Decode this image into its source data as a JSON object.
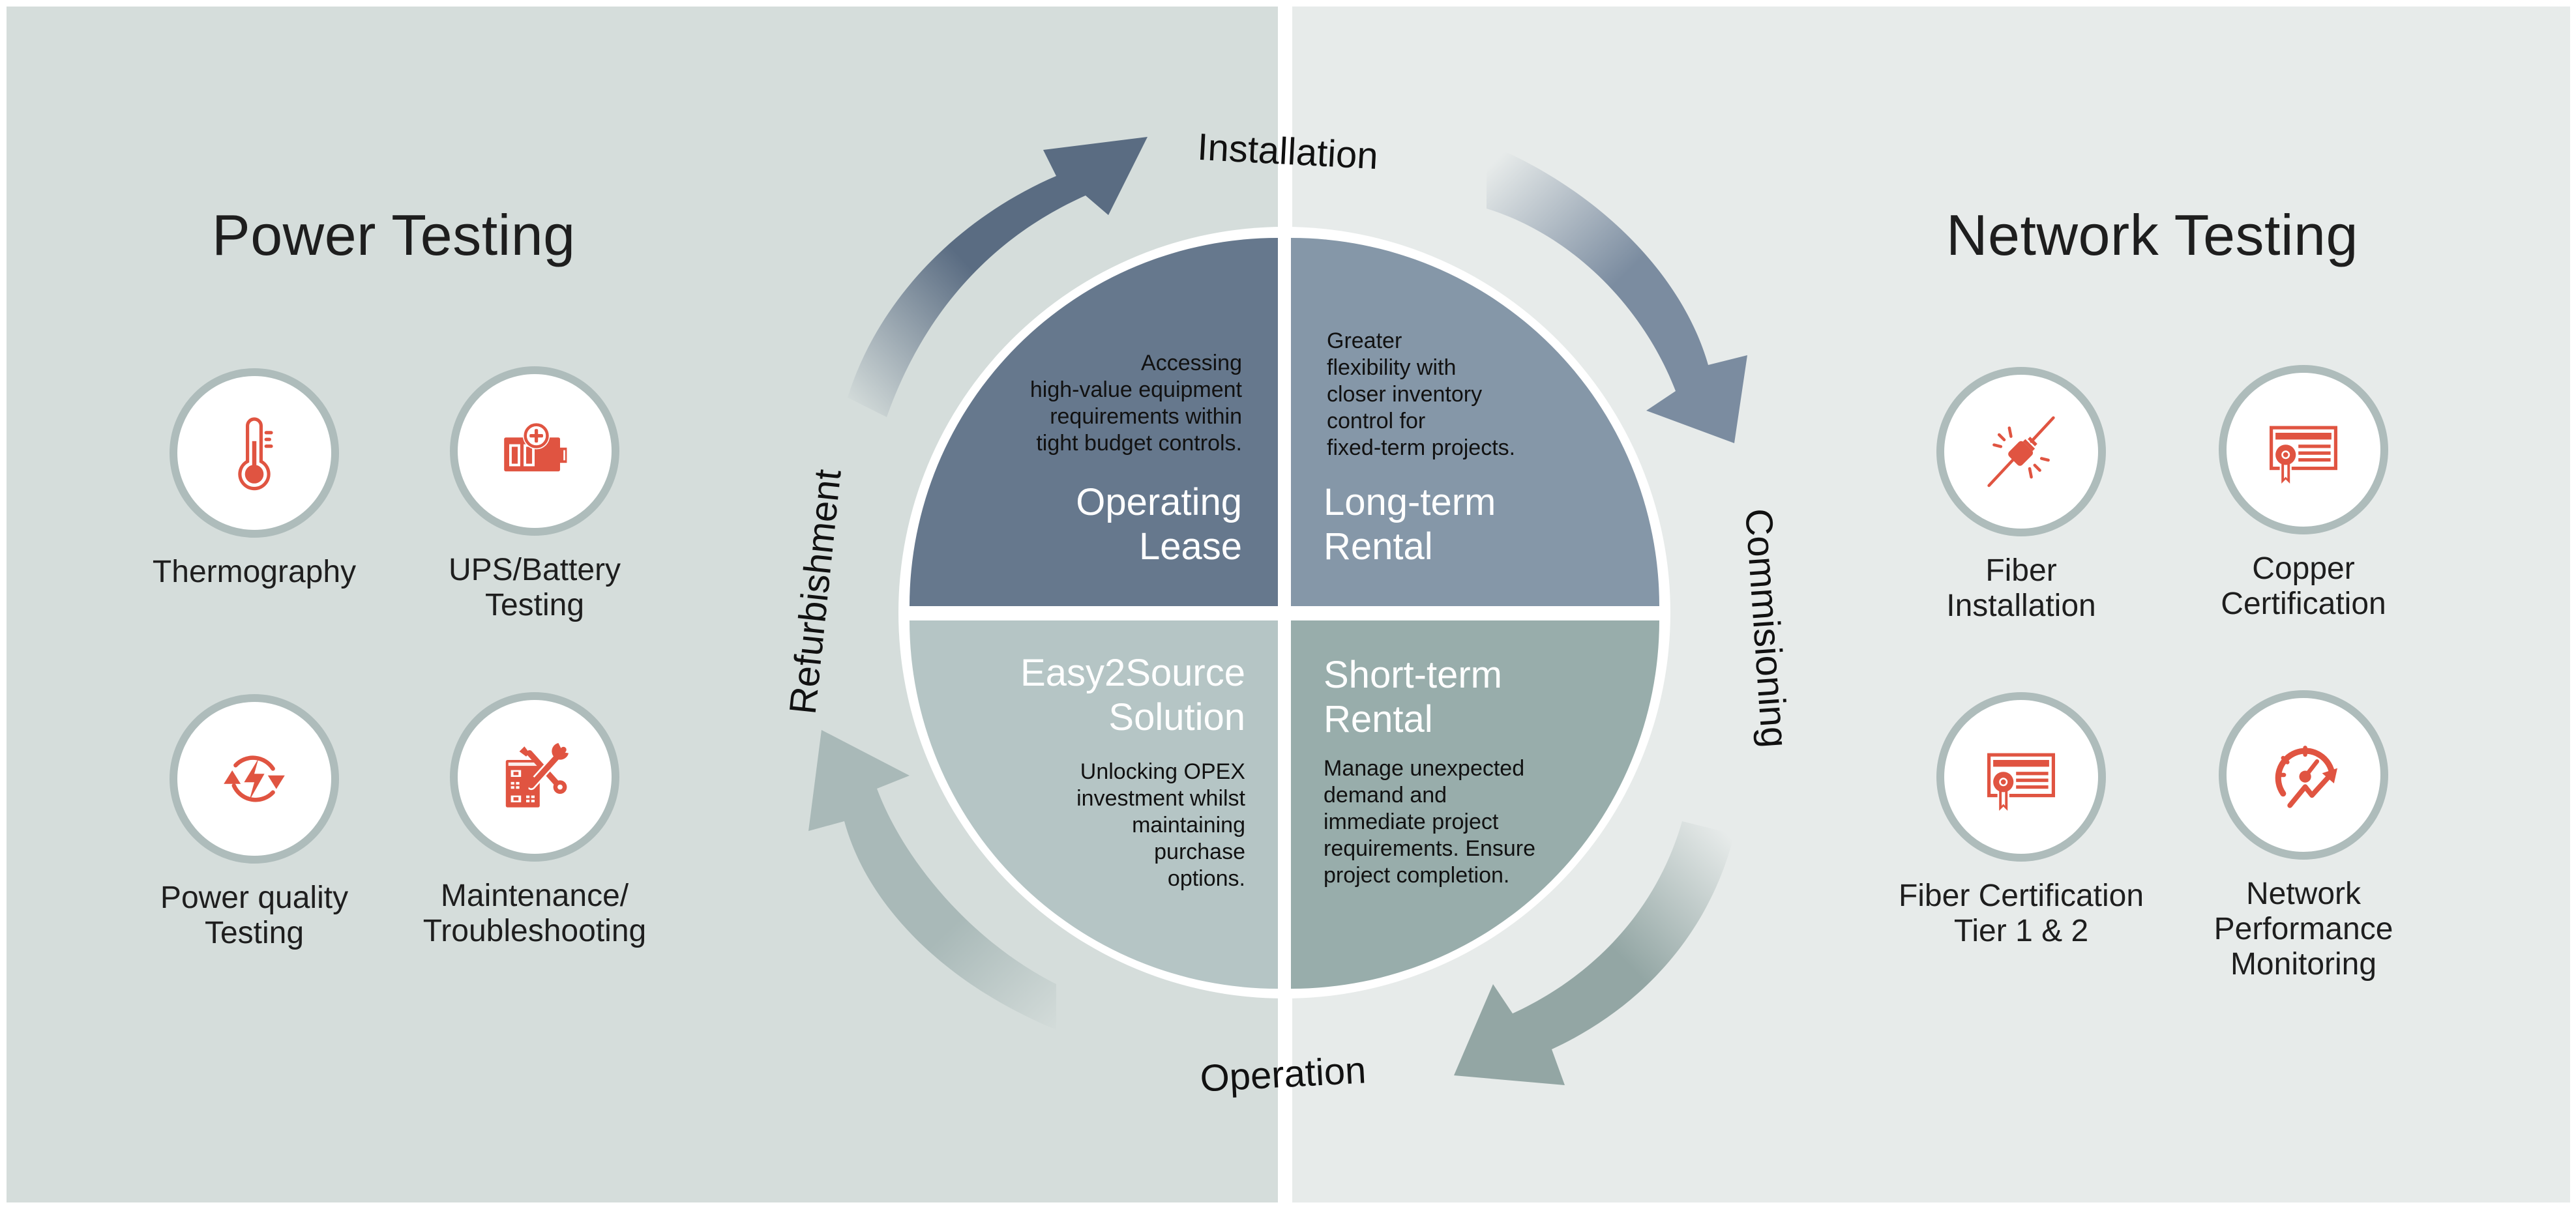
{
  "colors": {
    "left_panel_bg": "#d5dddb",
    "right_panel_bg": "#e7ebea",
    "icon_accent": "#e05441",
    "ring_left": "#aebcbb",
    "ring_right": "#c1c6c4",
    "quad_operating_lease": "#66788d",
    "quad_long_term_rental": "#8597a8",
    "quad_easy2source": "#b5c5c5",
    "quad_short_term_rental": "#98adab",
    "arrow_top_left": "#5a6c82",
    "arrow_top_right": "#7b8ca0",
    "arrow_bottom_right": "#93a6a4",
    "arrow_bottom_left": "#a9b9b8"
  },
  "power_testing": {
    "title": "Power Testing",
    "items": [
      {
        "icon": "thermometer-icon",
        "label_lines": [
          "Thermography"
        ]
      },
      {
        "icon": "battery-plus-icon",
        "label_lines": [
          "UPS/Battery",
          "Testing"
        ]
      },
      {
        "icon": "power-cycle-icon",
        "label_lines": [
          "Power quality",
          "Testing"
        ]
      },
      {
        "icon": "server-wrench-icon",
        "label_lines": [
          "Maintenance/",
          "Troubleshooting"
        ]
      }
    ]
  },
  "network_testing": {
    "title": "Network Testing",
    "items": [
      {
        "icon": "fiber-connector-icon",
        "label_lines": [
          "Fiber",
          "Installation"
        ]
      },
      {
        "icon": "certificate-icon",
        "label_lines": [
          "Copper",
          "Certification"
        ]
      },
      {
        "icon": "certificate-icon",
        "label_lines": [
          "Fiber Certification",
          "Tier 1 & 2"
        ]
      },
      {
        "icon": "speedometer-trend-icon",
        "label_lines": [
          "Network",
          "Performance",
          "Monitoring"
        ]
      }
    ]
  },
  "lifecycle": {
    "stages": {
      "top": "Installation",
      "right": "Commisioning",
      "bottom": "Operation",
      "left": "Refurbishment"
    },
    "quadrants": {
      "top_left": {
        "title_lines": [
          "Operating",
          "Lease"
        ],
        "desc_lines": [
          "Accessing",
          "high-value equipment",
          "requirements within",
          "tight budget controls."
        ]
      },
      "top_right": {
        "title_lines": [
          "Long-term",
          "Rental"
        ],
        "desc_lines": [
          "Greater",
          "flexibility with",
          "closer inventory",
          "control for",
          "fixed-term projects."
        ]
      },
      "bottom_left": {
        "title_lines": [
          "Easy2Source",
          "Solution"
        ],
        "desc_lines": [
          "Unlocking OPEX",
          "investment whilst",
          "maintaining",
          "purchase",
          "options."
        ]
      },
      "bottom_right": {
        "title_lines": [
          "Short-term",
          "Rental"
        ],
        "desc_lines": [
          "Manage unexpected",
          "demand and",
          "immediate project",
          "requirements. Ensure",
          "project completion."
        ]
      }
    }
  }
}
